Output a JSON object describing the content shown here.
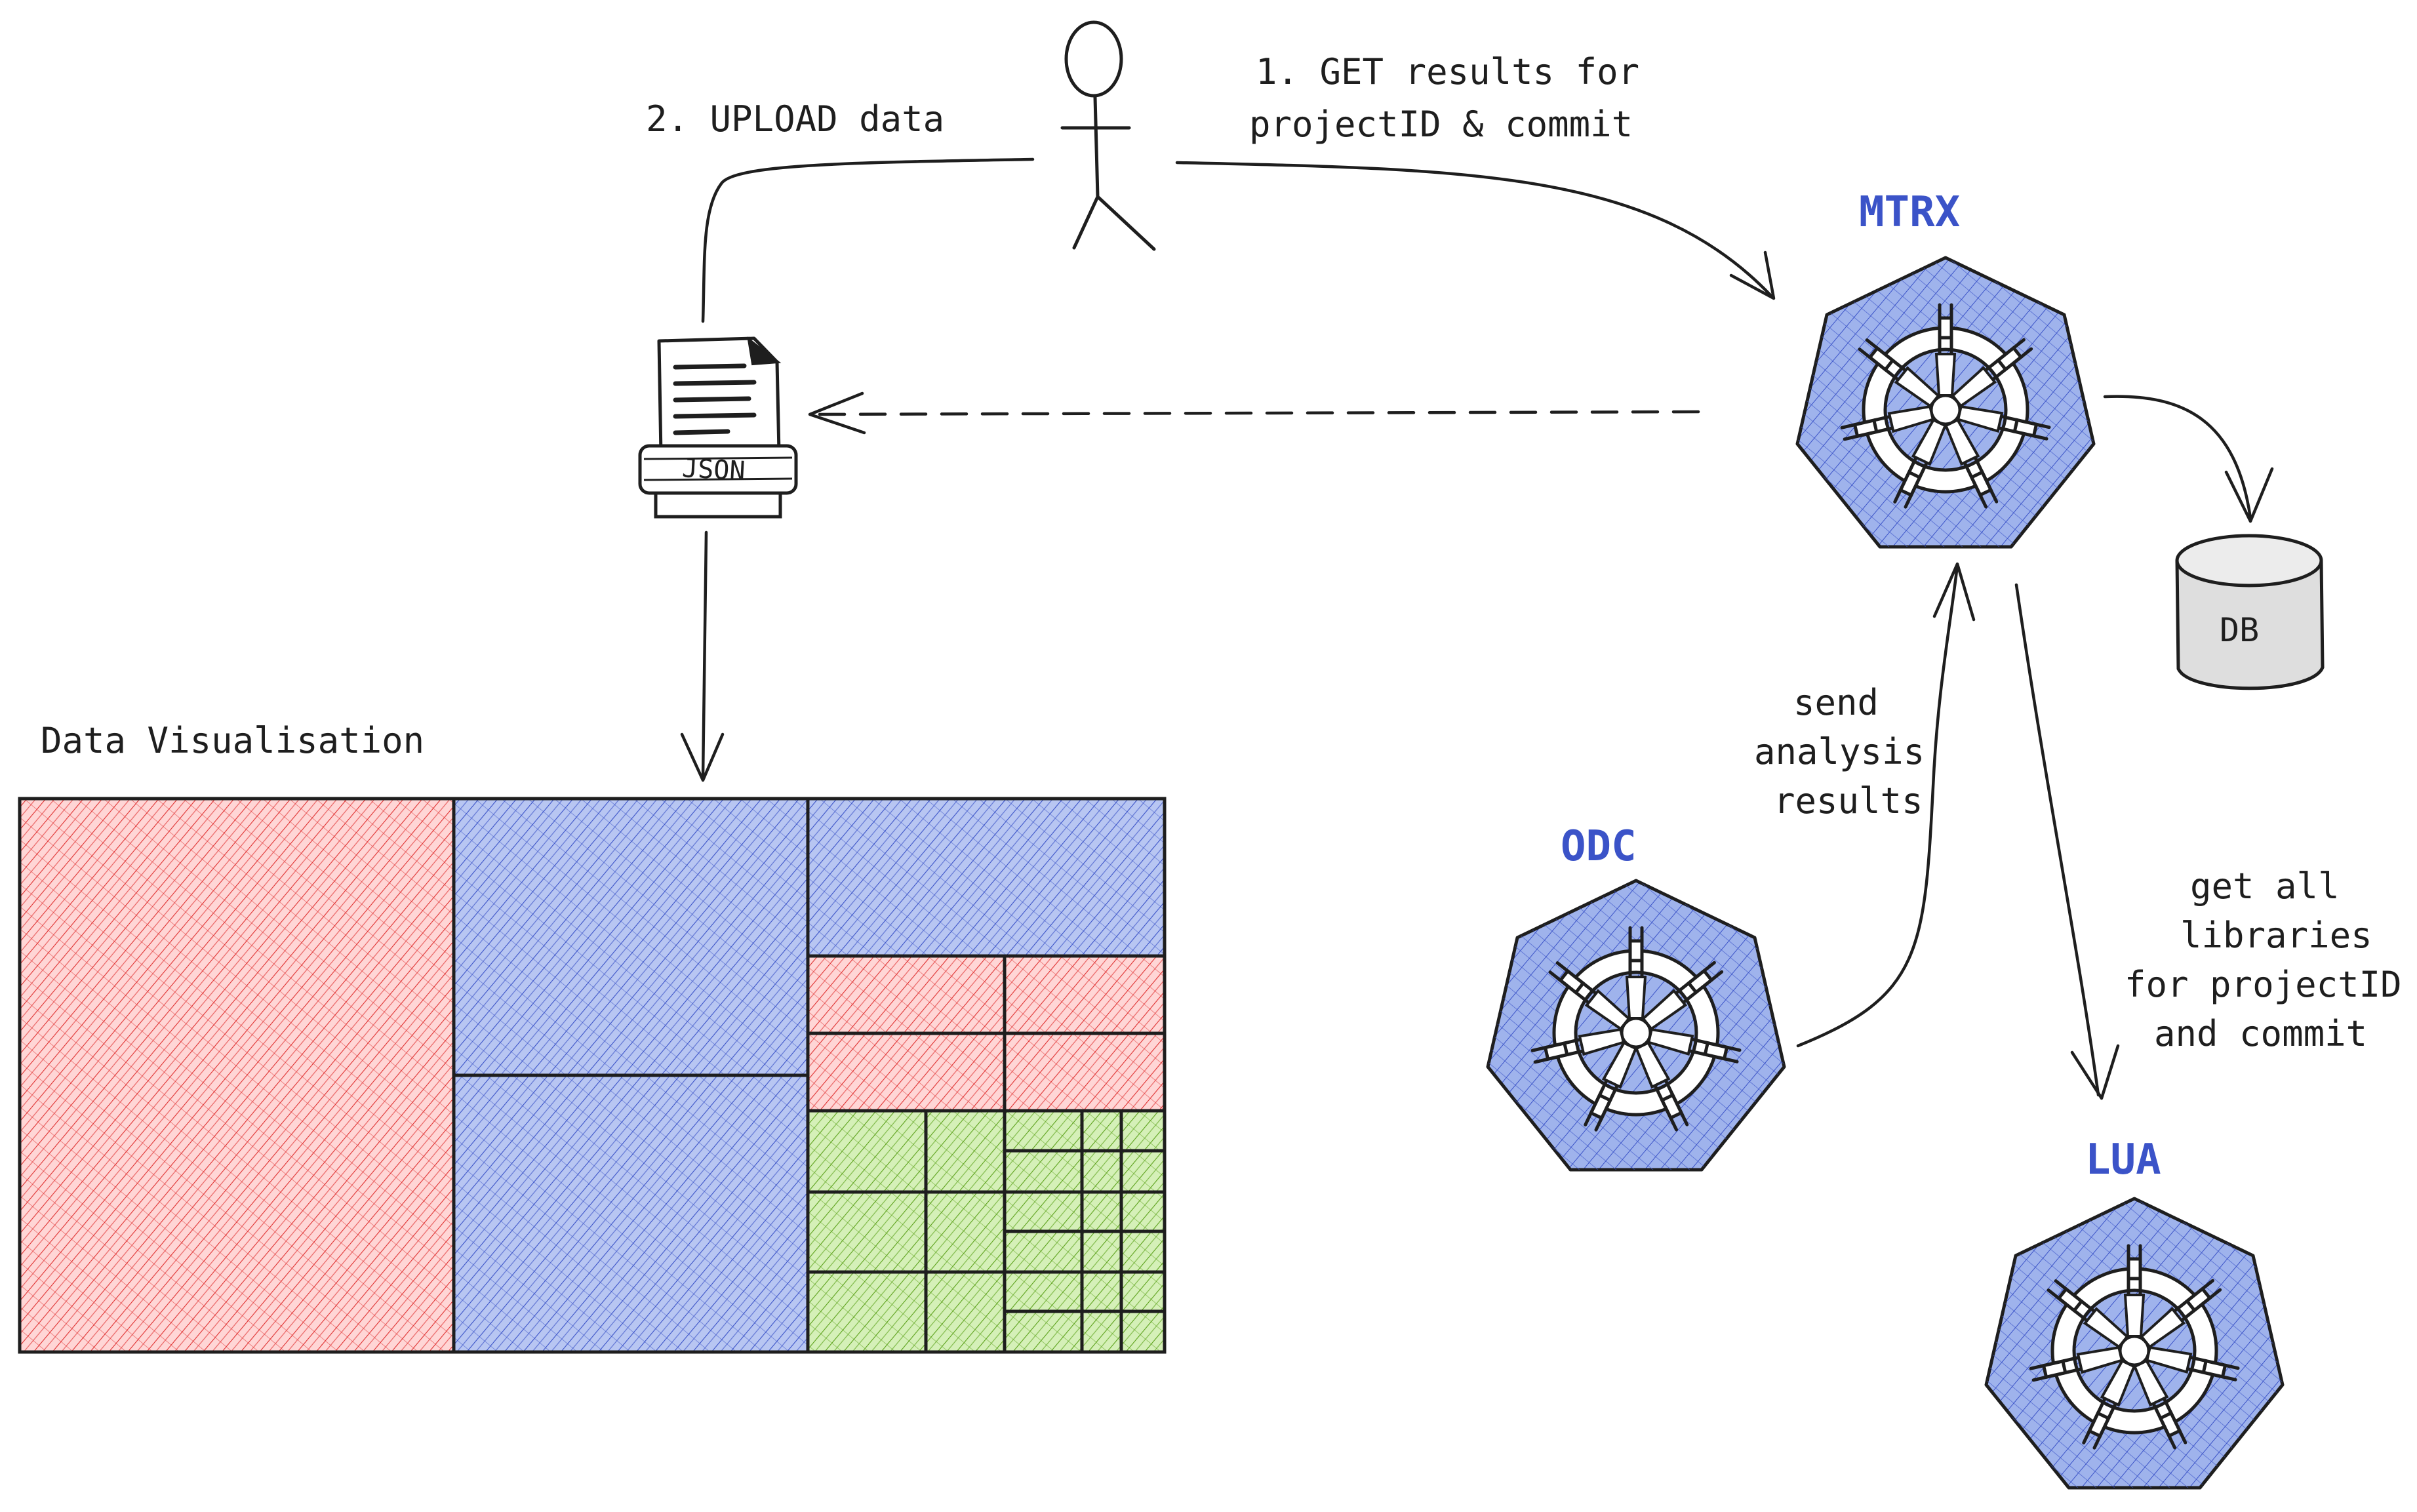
{
  "labels": {
    "upload": "2. UPLOAD data",
    "get_line1": "1. GET results for",
    "get_line2": "projectID & commit",
    "data_vis": "Data Visualisation",
    "send_line1": "send",
    "send_line2": "analysis",
    "send_line3": "results",
    "libs_line1": "get all",
    "libs_line2": "libraries",
    "libs_line3": "for projectID",
    "libs_line4": "and commit"
  },
  "nodes": {
    "mtrx": "MTRX",
    "odc": "ODC",
    "lua": "LUA",
    "db": "DB",
    "json": "JSON"
  },
  "colors": {
    "red": "#e03131",
    "red_fill": "#ffc9c9",
    "blue": "#3b53c8",
    "blue_fill": "#a5b8ee",
    "green": "#5ca21b",
    "green_fill": "#c6eba0",
    "ink": "#1e1e1e",
    "db_fill": "#dedede"
  }
}
